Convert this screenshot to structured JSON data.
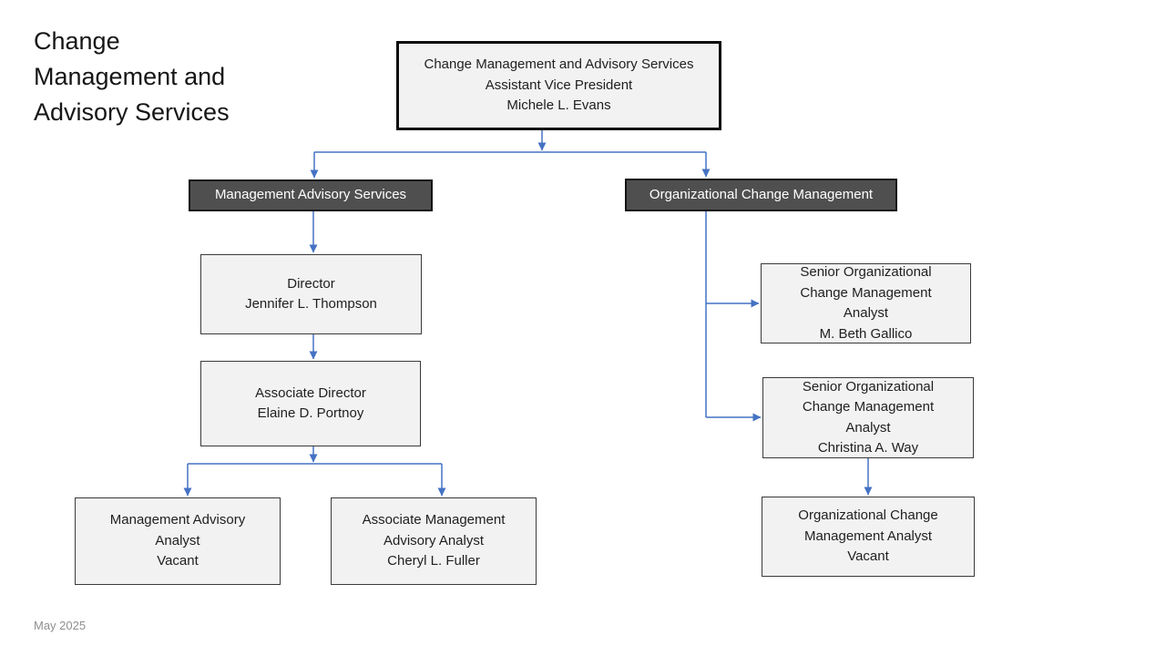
{
  "slide": {
    "title": "Change Management and Advisory Services",
    "footer_date": "May 2025"
  },
  "colors": {
    "connector_blue": "#4472C4",
    "node_fill": "#F2F2F2",
    "node_border": "#3A3A3A",
    "dark_node_fill": "#4F4F4F",
    "dark_node_text": "#FFFFFF"
  },
  "org_chart": {
    "root": {
      "lines": [
        "Change Management and Advisory Services",
        "Assistant Vice President",
        "Michele L. Evans"
      ]
    },
    "branch_headers": {
      "management_advisory_services": "Management Advisory Services",
      "organizational_change_management": "Organizational Change Management"
    },
    "nodes": {
      "director": {
        "lines": [
          "Director",
          "Jennifer L. Thompson"
        ]
      },
      "associate_director": {
        "lines": [
          "Associate Director",
          "Elaine D. Portnoy"
        ]
      },
      "management_advisory_analyst": {
        "lines": [
          "Management Advisory",
          "Analyst",
          "Vacant"
        ]
      },
      "associate_management_advisory_analyst": {
        "lines": [
          "Associate Management",
          "Advisory Analyst",
          "Cheryl L. Fuller"
        ]
      },
      "senior_ocm_analyst_gallico": {
        "lines": [
          "Senior Organizational",
          "Change Management",
          "Analyst",
          "M. Beth Gallico"
        ]
      },
      "senior_ocm_analyst_way": {
        "lines": [
          "Senior Organizational",
          "Change Management",
          "Analyst",
          "Christina A. Way"
        ]
      },
      "ocm_analyst_vacant": {
        "lines": [
          "Organizational Change",
          "Management Analyst",
          "Vacant"
        ]
      }
    }
  }
}
